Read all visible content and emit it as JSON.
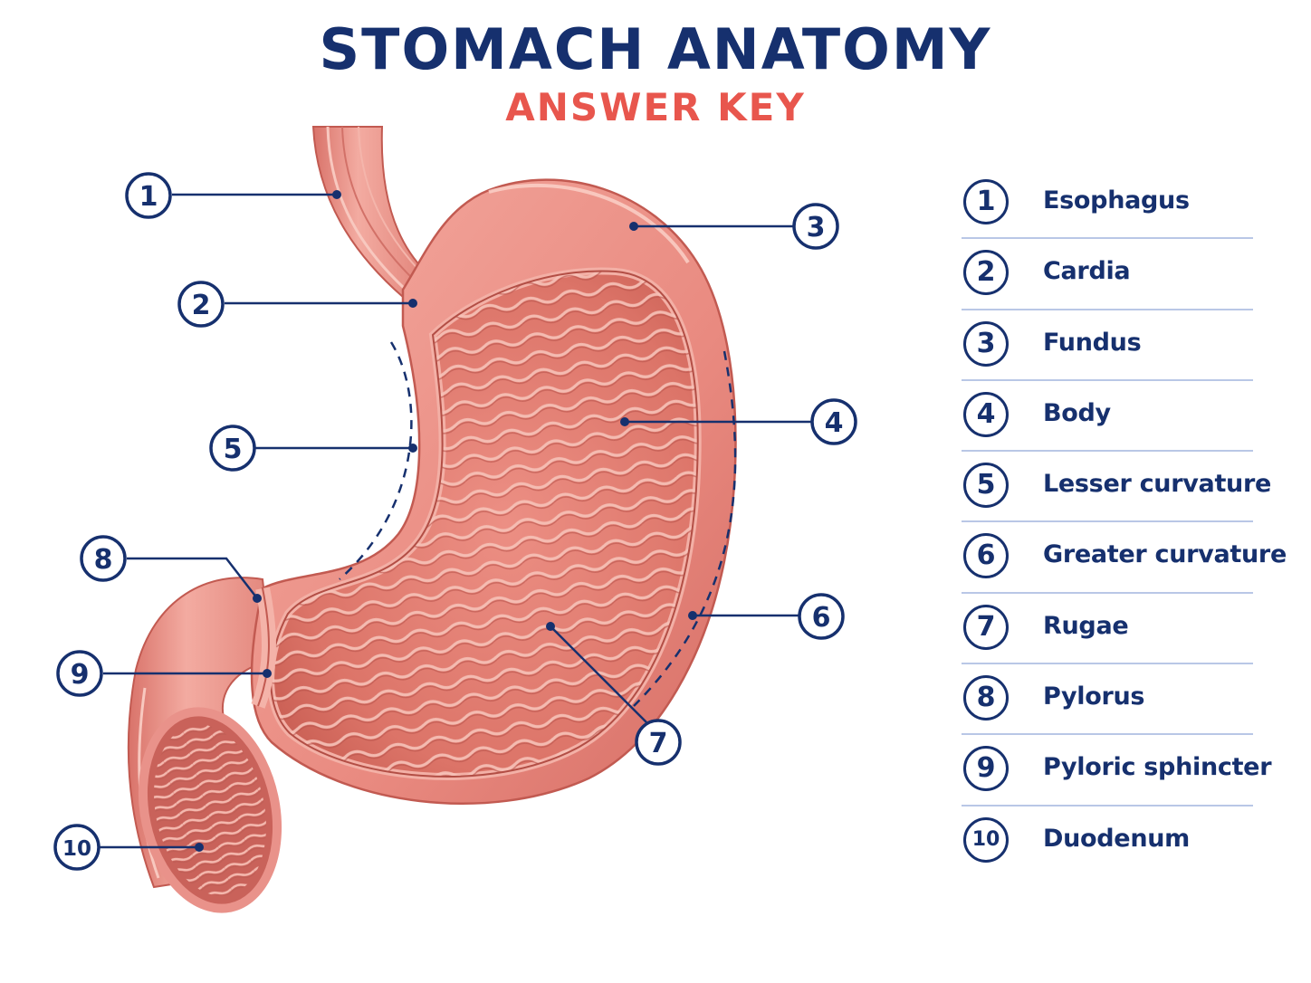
{
  "title": "STOMACH ANATOMY",
  "subtitle": "ANSWER KEY",
  "colors": {
    "navy": "#16306e",
    "accent_red": "#e8564d",
    "tissue": "#e9847c",
    "tissue_dark": "#c9574f",
    "tissue_light": "#f6b8ad",
    "rule": "#b9c7e6"
  },
  "callouts": [
    "1",
    "2",
    "3",
    "4",
    "5",
    "6",
    "7",
    "8",
    "9",
    "10"
  ],
  "legend": [
    {
      "num": "1",
      "label": "Esophagus"
    },
    {
      "num": "2",
      "label": "Cardia"
    },
    {
      "num": "3",
      "label": "Fundus"
    },
    {
      "num": "4",
      "label": "Body"
    },
    {
      "num": "5",
      "label": "Lesser curvature"
    },
    {
      "num": "6",
      "label": "Greater curvature"
    },
    {
      "num": "7",
      "label": "Rugae"
    },
    {
      "num": "8",
      "label": "Pylorus"
    },
    {
      "num": "9",
      "label": "Pyloric sphincter"
    },
    {
      "num": "10",
      "label": "Duodenum"
    }
  ]
}
